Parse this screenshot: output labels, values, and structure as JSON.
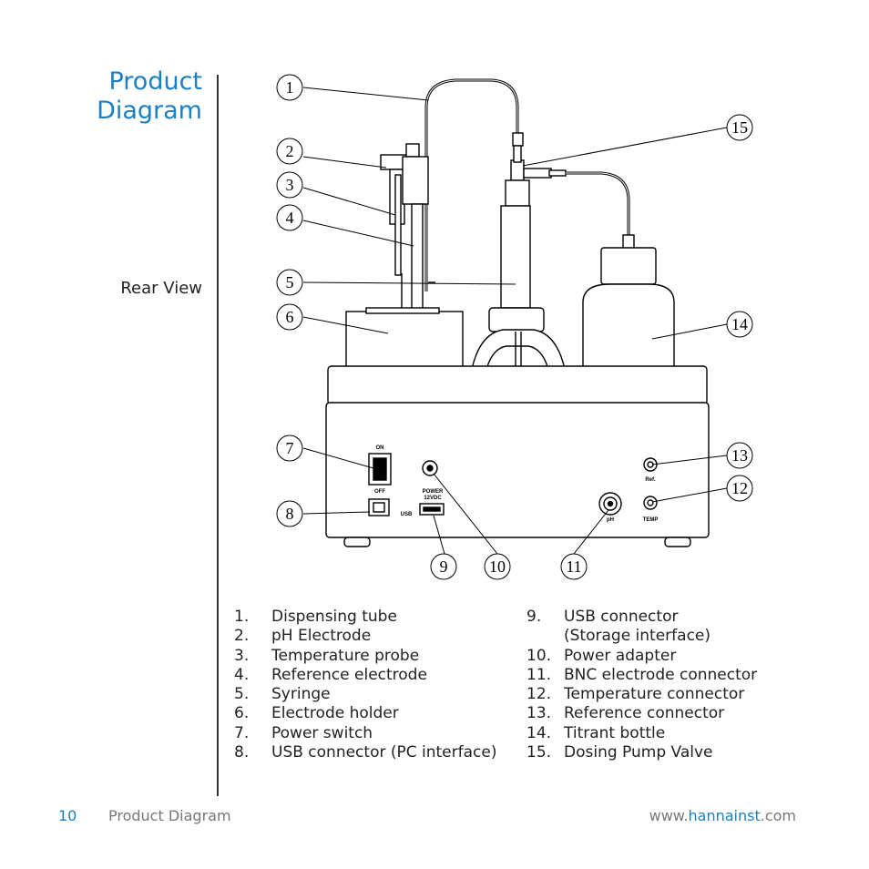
{
  "header": {
    "title_line1": "Product",
    "title_line2": "Diagram"
  },
  "view_label": "Rear View",
  "callouts": [
    "1",
    "2",
    "3",
    "4",
    "5",
    "6",
    "7",
    "8",
    "9",
    "10",
    "11",
    "12",
    "13",
    "14",
    "15"
  ],
  "panel_labels": {
    "on": "ON",
    "off": "OFF",
    "usb": "USB",
    "power_line1": "POWER",
    "power_line2": "12VDC",
    "ph": "pH",
    "temp": "TEMP",
    "ref": "Ref."
  },
  "legend_left": [
    {
      "num": "1.",
      "text": "Dispensing tube"
    },
    {
      "num": "2.",
      "text": "pH Electrode"
    },
    {
      "num": "3.",
      "text": "Temperature probe"
    },
    {
      "num": "4.",
      "text": "Reference electrode"
    },
    {
      "num": "5.",
      "text": "Syringe"
    },
    {
      "num": "6.",
      "text": "Electrode holder"
    },
    {
      "num": "7.",
      "text": "Power switch"
    },
    {
      "num": "8.",
      "text": "USB connector (PC interface)"
    }
  ],
  "legend_right": [
    {
      "num": "9.",
      "text": "USB connector"
    },
    {
      "num": "",
      "text": "(Storage interface)"
    },
    {
      "num": "10.",
      "text": "Power adapter"
    },
    {
      "num": "11.",
      "text": "BNC electrode connector"
    },
    {
      "num": "12.",
      "text": "Temperature connector"
    },
    {
      "num": "13.",
      "text": "Reference connector"
    },
    {
      "num": "14.",
      "text": "Titrant bottle"
    },
    {
      "num": "15.",
      "text": "Dosing Pump Valve"
    }
  ],
  "footer": {
    "page_number": "10",
    "section": "Product Diagram",
    "url_prefix": "www.",
    "url_brand": "hannainst",
    "url_suffix": ".com"
  }
}
